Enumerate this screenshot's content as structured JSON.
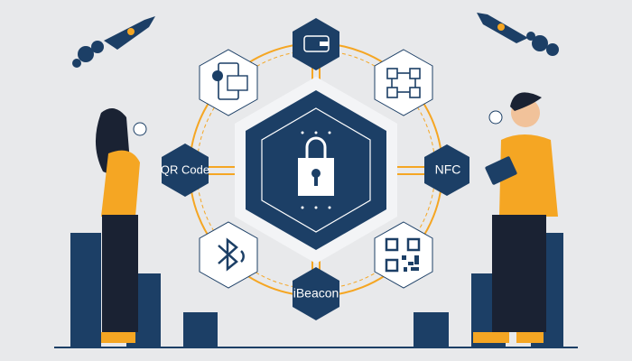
{
  "illustration": {
    "nodes": [
      {
        "label": "",
        "icon": "wallet-icon"
      },
      {
        "label": "",
        "icon": "blockchain-icon"
      },
      {
        "label": "NFC",
        "icon": ""
      },
      {
        "label": "",
        "icon": "qr-code-icon"
      },
      {
        "label": "iBeacon",
        "icon": ""
      },
      {
        "label": "",
        "icon": "bluetooth-icon"
      },
      {
        "label": "QR Code",
        "icon": ""
      },
      {
        "label": "",
        "icon": "mobile-payment-icon"
      }
    ],
    "center_icon": "padlock-icon",
    "colors": {
      "background": "#e8e9eb",
      "navy": "#1c3f66",
      "orange": "#f5a623",
      "white": "#ffffff"
    }
  }
}
